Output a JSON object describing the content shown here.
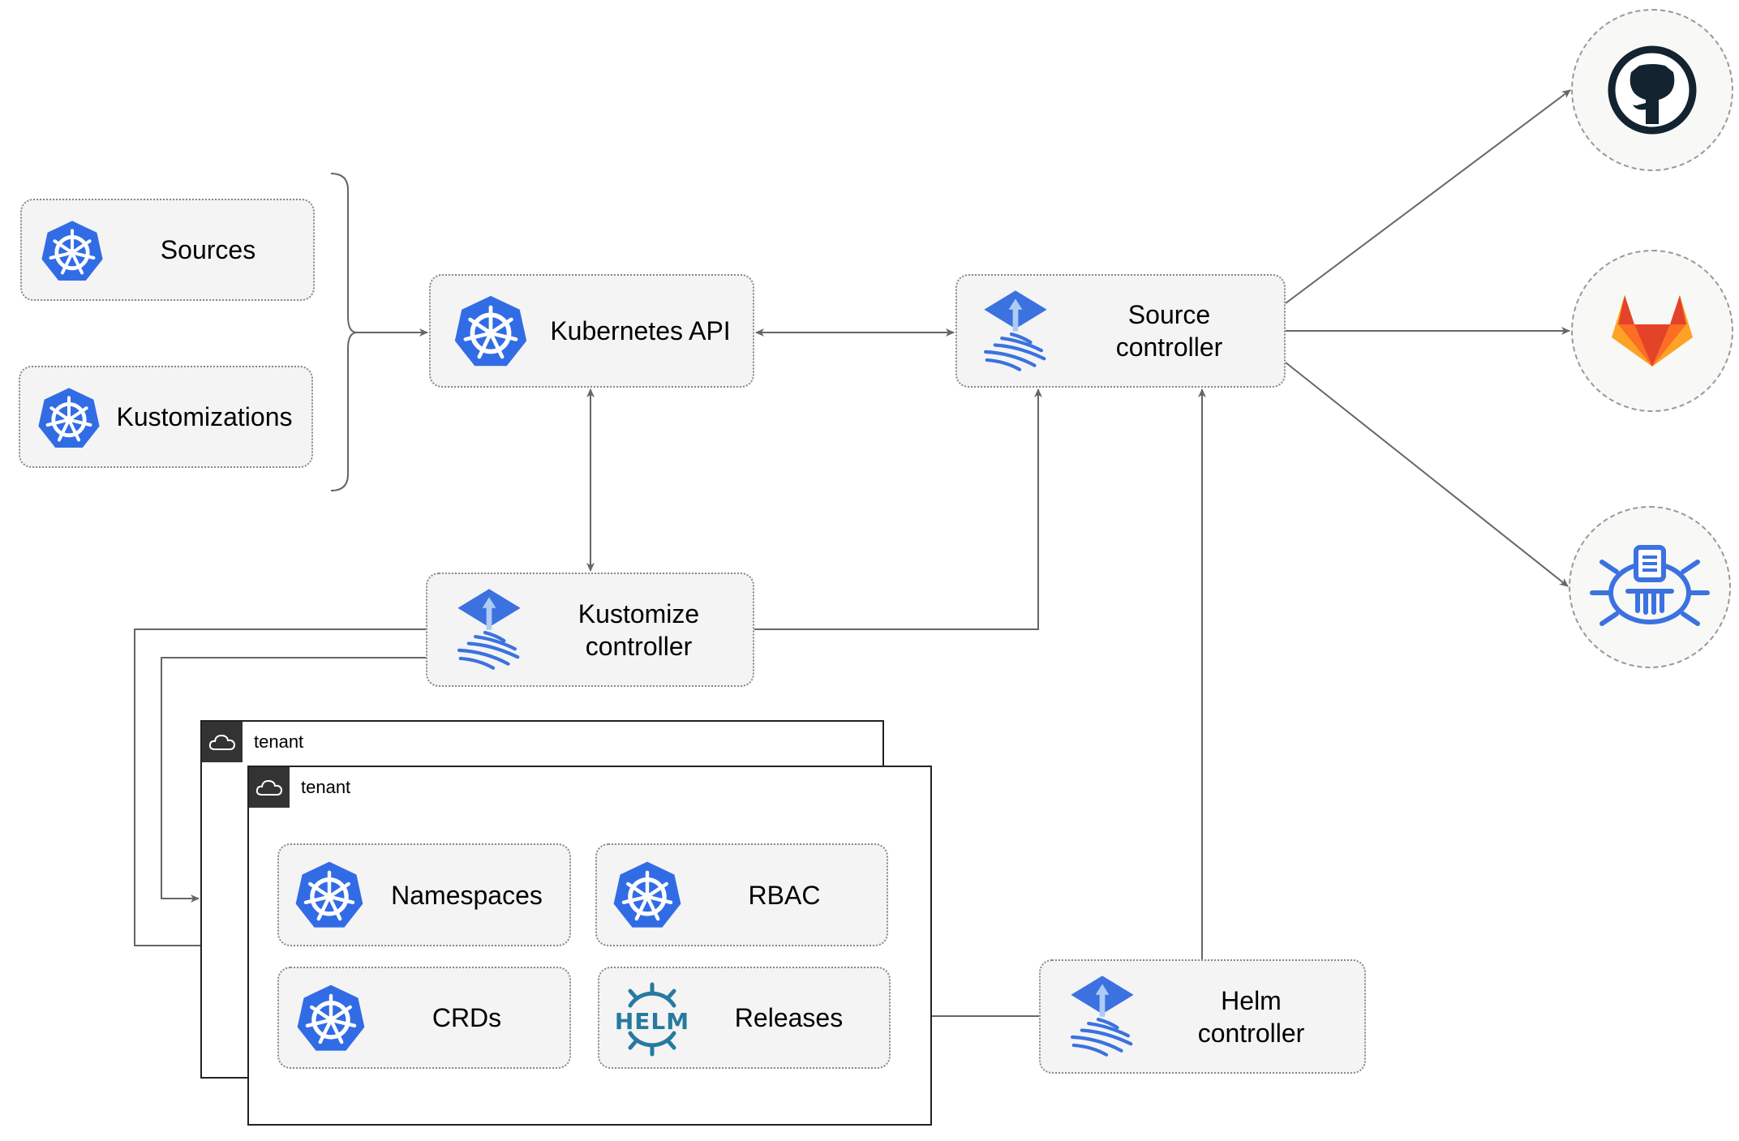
{
  "nodes": {
    "sources": "Sources",
    "kustomizations": "Kustomizations",
    "kubernetes_api": "Kubernetes API",
    "source_controller": [
      "Source",
      "controller"
    ],
    "kustomize_controller": [
      "Kustomize",
      "controller"
    ],
    "helm_controller": [
      "Helm",
      "controller"
    ],
    "namespaces": "Namespaces",
    "rbac": "RBAC",
    "crds": "CRDs",
    "releases": "Releases"
  },
  "tenants": [
    "tenant",
    "tenant"
  ],
  "icons": {
    "kubernetes": "kubernetes-icon",
    "flux": "flux-icon",
    "helm": "helm-icon",
    "helm_text": "HELM",
    "github": "github-icon",
    "gitlab": "gitlab-icon",
    "bucket": "bucket-icon",
    "cloud": "cloud-icon"
  },
  "colors": {
    "kubernetes_blue": "#326ce5",
    "helm_blue": "#277a9f",
    "gitlab_orange": "#e24329",
    "github_dark": "#13232f",
    "arrow_gray": "#666666"
  }
}
